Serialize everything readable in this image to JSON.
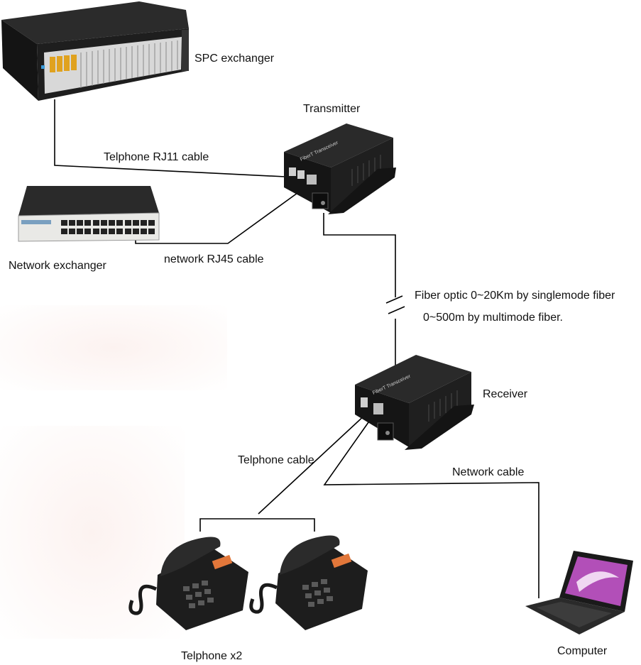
{
  "labels": {
    "spc_exchanger": "SPC exchanger",
    "transmitter": "Transmitter",
    "rj11_cable": "Telphone RJ11 cable",
    "rj45_cable": "network RJ45 cable",
    "network_exchanger": "Network exchanger",
    "fiber_line1": "Fiber optic 0~20Km by singlemode fiber",
    "fiber_line2": "0~500m by multimode fiber.",
    "receiver": "Receiver",
    "telphone_cable": "Telphone cable",
    "network_cable": "Network cable",
    "telphones": "Telphone x2",
    "computer": "Computer"
  },
  "device_text": {
    "transceiver_label": "FiberT Transceiver"
  },
  "colors": {
    "device_body": "#1c1c1c",
    "device_top": "#2a2a2a",
    "line": "#000000",
    "switch_body": "#e9e9e6",
    "port_amber": "#e0a21f",
    "phone_display": "#e2773a",
    "laptop_screen": "#b24fb8"
  },
  "icons": [
    "spc-exchanger-rack",
    "network-switch",
    "fiber-transceiver",
    "desk-phone",
    "laptop"
  ]
}
